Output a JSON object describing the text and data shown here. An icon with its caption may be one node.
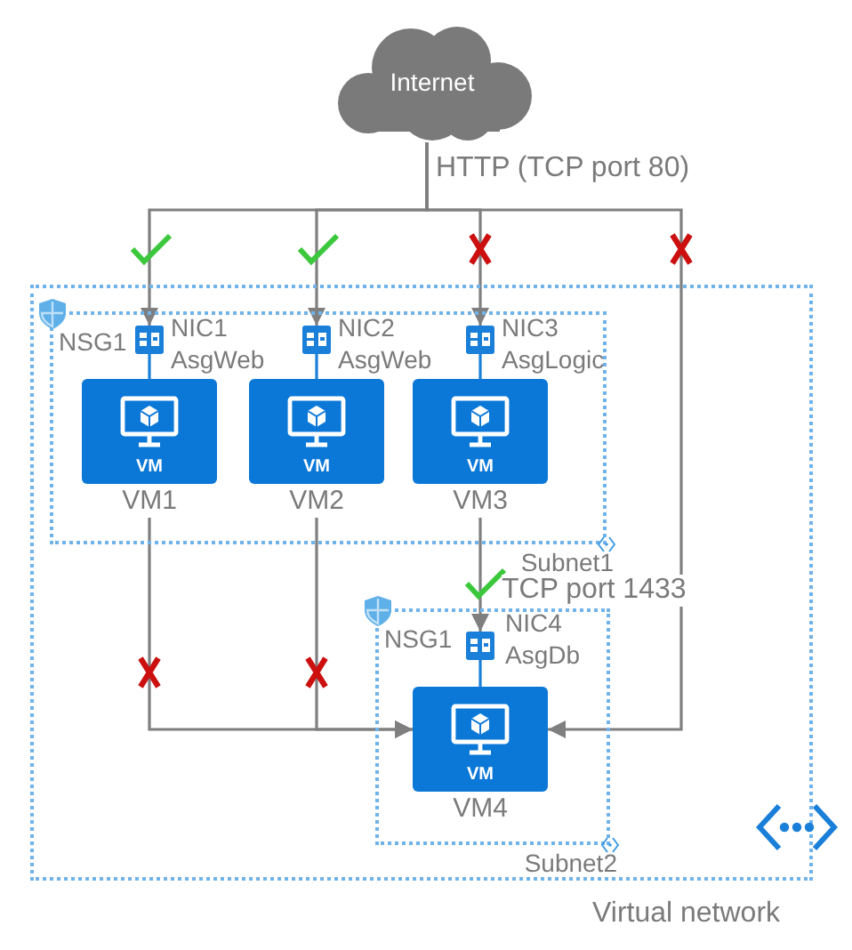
{
  "diagram": {
    "nodes": [
      {
        "text": [
          "Internet"
        ]
      },
      {
        "text": [
          "Virtual network"
        ]
      },
      {
        "text": [
          "NSG1",
          "Subnet1"
        ],
        "in": 1
      },
      {
        "text": [],
        "shape": "box",
        "in": 2,
        "beside": [
          "NIC1",
          "AsgWeb"
        ]
      },
      {
        "text": [],
        "shape": "box",
        "in": 2,
        "beside": [
          "NIC2",
          "AsgWeb"
        ]
      },
      {
        "text": [],
        "shape": "box",
        "in": 2,
        "beside": [
          "NIC3",
          "AsgLogic"
        ]
      },
      {
        "text": [
          "VM",
          "VM1"
        ],
        "in": 2
      },
      {
        "text": [
          "VM",
          "VM2"
        ],
        "in": 2
      },
      {
        "text": [
          "VM",
          "VM3"
        ],
        "in": 2
      },
      {
        "text": [
          "NSG1",
          "Subnet2"
        ],
        "in": 1
      },
      {
        "text": [],
        "shape": "box",
        "in": 9,
        "beside": [
          "NIC4",
          "AsgDb"
        ]
      },
      {
        "text": [
          "VM",
          "VM4"
        ],
        "in": 9
      }
    ],
    "edges": [
      {
        "from": 0,
        "to": 3,
        "arrow": "to",
        "label": "HTTP (TCP port 80)"
      },
      {
        "from": 0,
        "to": 4,
        "arrow": "to"
      },
      {
        "from": 0,
        "to": 5,
        "arrow": "to"
      },
      {
        "from": 0,
        "to": 11,
        "arrow": "to"
      },
      {
        "from": 3,
        "to": 6,
        "arrow": "none",
        "color": "#1a7fd8"
      },
      {
        "from": 4,
        "to": 7,
        "arrow": "none",
        "color": "#1a7fd8"
      },
      {
        "from": 5,
        "to": 8,
        "arrow": "none",
        "color": "#1a7fd8"
      },
      {
        "from": 6,
        "to": 11,
        "arrow": "to"
      },
      {
        "from": 7,
        "to": 11,
        "arrow": "to"
      },
      {
        "from": 8,
        "to": 10,
        "arrow": "to",
        "label": "TCP port 1433"
      },
      {
        "from": 10,
        "to": 11,
        "arrow": "none",
        "color": "#1a7fd8"
      }
    ]
  }
}
